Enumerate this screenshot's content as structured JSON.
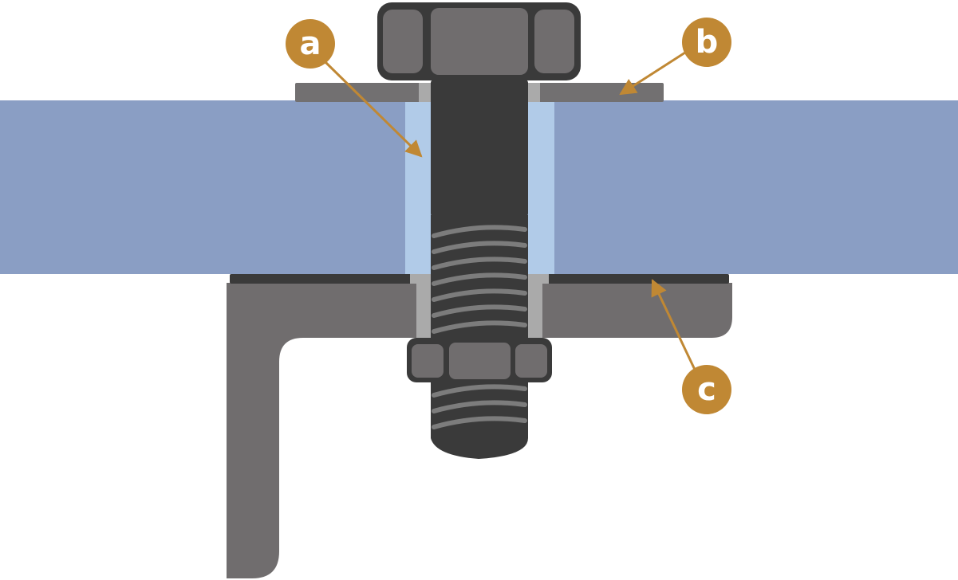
{
  "colors": {
    "background": "#ffffff",
    "panel": "#8a9ec4",
    "sleeve": "#b1cbe8",
    "bracket": "#706d6e",
    "washer": "#727071",
    "bolt": "#3a3a3a",
    "thread_highlight": "#7c7c7c",
    "gasket": "#3a3a3a",
    "gap": "#aaaaaa",
    "callout": "#c08834"
  },
  "callouts": [
    {
      "id": "a",
      "label": "a",
      "target": "insulating-sleeve"
    },
    {
      "id": "b",
      "label": "b",
      "target": "washer"
    },
    {
      "id": "c",
      "label": "c",
      "target": "gasket"
    }
  ]
}
